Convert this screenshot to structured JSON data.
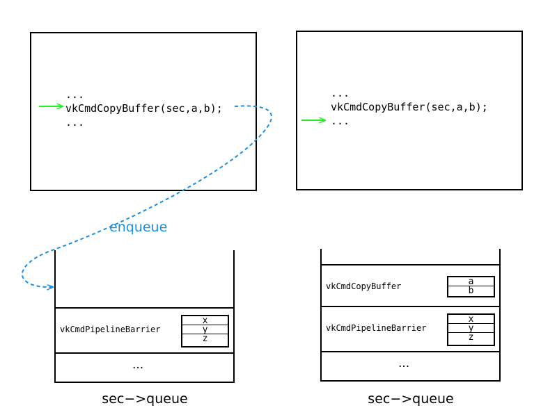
{
  "colors": {
    "pointer_arrow": "#22ee22",
    "enqueue_arrow": "#1a8fe0",
    "border": "#000000"
  },
  "left": {
    "code_lines": [
      "...",
      "vkCmdCopyBuffer(sec,a,b);",
      "..."
    ],
    "queue": {
      "commands": [
        {
          "name": "vkCmdPipelineBarrier",
          "args": [
            "x",
            "y",
            "z"
          ]
        }
      ],
      "ellipsis": "...",
      "caption": "sec−>queue"
    }
  },
  "right": {
    "code_lines": [
      "...",
      "vkCmdCopyBuffer(sec,a,b);",
      "..."
    ],
    "queue": {
      "commands": [
        {
          "name": "vkCmdCopyBuffer",
          "args": [
            "a",
            "b"
          ]
        },
        {
          "name": "vkCmdPipelineBarrier",
          "args": [
            "x",
            "y",
            "z"
          ]
        }
      ],
      "ellipsis": "...",
      "caption": "sec−>queue"
    }
  },
  "enqueue_label": "enqueue"
}
